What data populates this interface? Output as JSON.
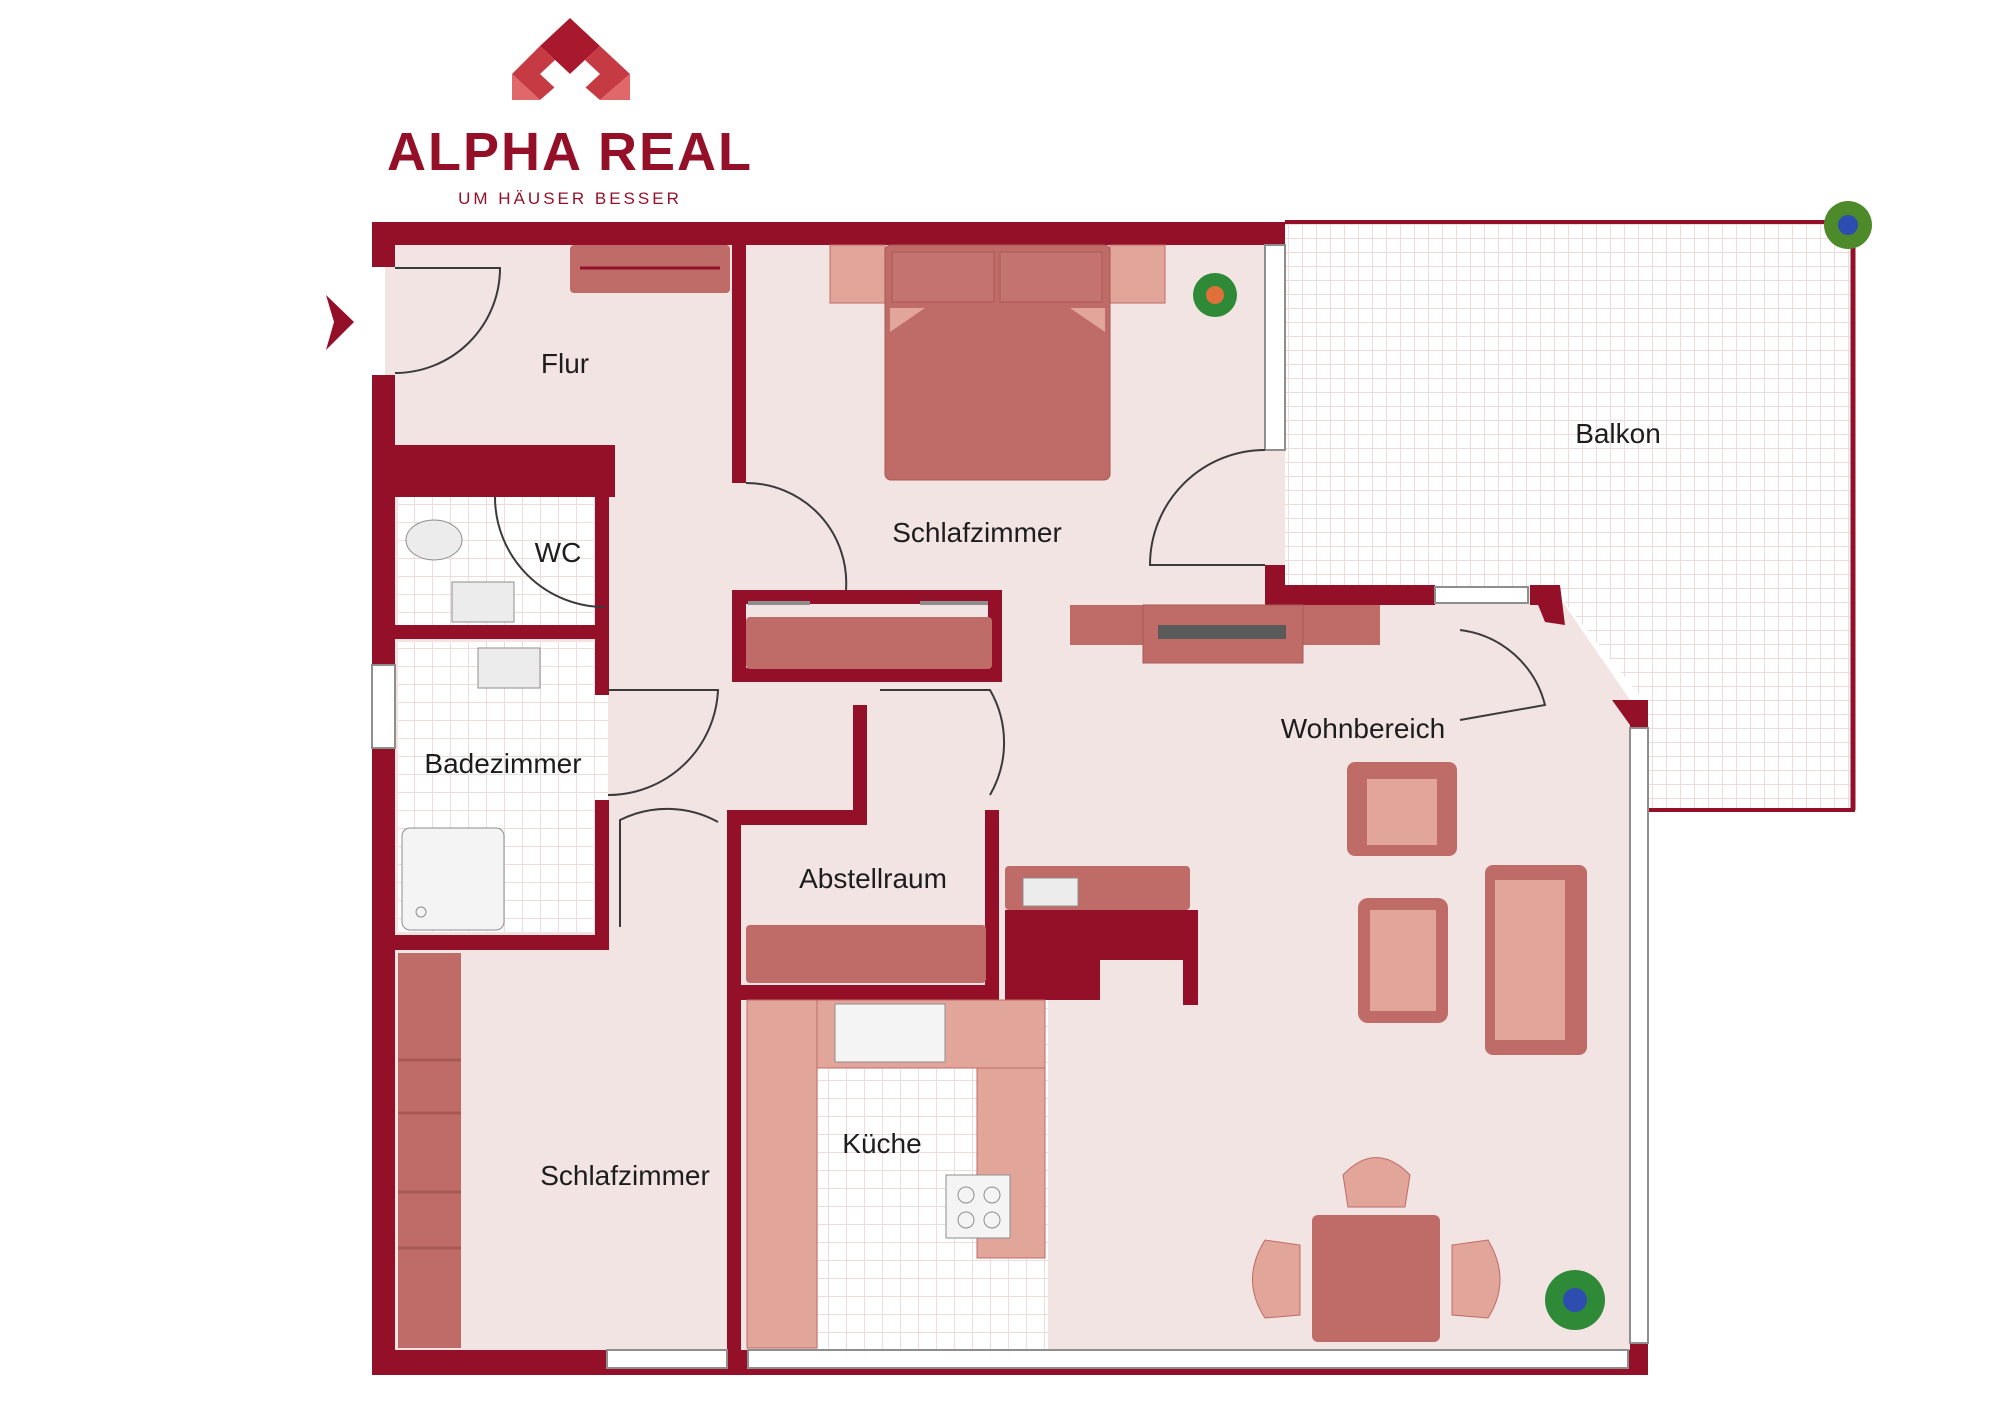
{
  "logo": {
    "title": "ALPHA REAL",
    "tagline": "UM HÄUSER BESSER"
  },
  "rooms": {
    "flur": "Flur",
    "schlafzimmer_top": "Schlafzimmer",
    "balkon": "Balkon",
    "wc": "WC",
    "wohnbereich": "Wohnbereich",
    "badezimmer": "Badezimmer",
    "abstellraum": "Abstellraum",
    "kueche": "Küche",
    "schlafzimmer_bottom": "Schlafzimmer"
  },
  "colors": {
    "wall": "#941029",
    "floor": "#f1e4e3",
    "furniture": "#bf6b68",
    "furniture_light": "#e2a59a",
    "balcony_grid": "#f0dcdc"
  }
}
